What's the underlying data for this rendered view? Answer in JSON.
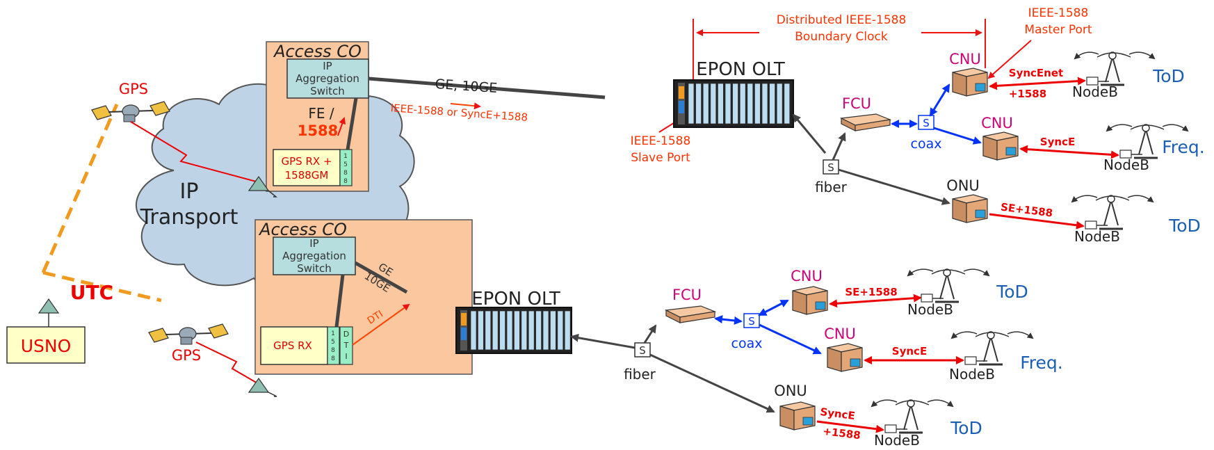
{
  "colors": {
    "red": "#ff0000",
    "orange_red": "#ff3300",
    "blue": "#1a5fb4",
    "bright_blue": "#0033ff",
    "magenta": "#cc0077",
    "co_fill": "#fbc79e",
    "switch_fill": "#b6dede",
    "gps_rx_fill": "#ffffc8",
    "pcb_fill": "#99eec6",
    "cloud_fill": "#bfd3e6",
    "utc_dash": "#f29a1f",
    "olt_fill": "#bcdcef"
  },
  "boundary": {
    "title_line1": "Distributed IEEE-1588",
    "title_line2": "Boundary Clock",
    "master_line1": "IEEE-1588",
    "master_line2": "Master Port",
    "slave_line1": "IEEE-1588",
    "slave_line2": "Slave Port"
  },
  "top": {
    "co_title": "Access CO",
    "switch_line1": "IP",
    "switch_line2": "Aggregation",
    "switch_line3": "Switch",
    "fe_label": "FE /",
    "fe_1588": "1588",
    "gps_rx_line1": "GPS RX +",
    "gps_rx_line2": "1588GM",
    "pcb_digits": [
      "1",
      "5",
      "8",
      "8"
    ],
    "link_label": "GE, 10GE",
    "link_protocol": "IEEE-1588 or SyncE+1588",
    "olt_label": "EPON OLT",
    "fcu": "FCU",
    "splitter_s": "S",
    "coax": "coax",
    "fiber": "fiber",
    "cnu1": "CNU",
    "cnu1_link_line1": "SyncEnet",
    "cnu1_link_line2": "+1588",
    "cnu2": "CNU",
    "cnu2_link": "SyncE",
    "onu": "ONU",
    "onu_link": "SE+1588",
    "nodeb": "NodeB",
    "tod": "ToD",
    "freq": "Freq."
  },
  "bottom": {
    "co_title": "Access CO",
    "switch_line1": "IP",
    "switch_line2": "Aggregation",
    "switch_line3": "Switch",
    "ge": "GE",
    "ge10": "10GE",
    "gps_rx": "GPS RX",
    "pcb_digits": [
      "1",
      "5",
      "8",
      "8"
    ],
    "dti_letters": [
      "D",
      "T",
      "I"
    ],
    "dti_label": "DTI",
    "olt_label": "EPON OLT",
    "fcu": "FCU",
    "splitter_s": "S",
    "coax": "coax",
    "fiber": "fiber",
    "cnu1": "CNU",
    "cnu1_link": "SE+1588",
    "cnu2": "CNU",
    "cnu2_link": "SyncE",
    "onu": "ONU",
    "onu_link_line1": "SyncE",
    "onu_link_line2": "+1588",
    "nodeb": "NodeB",
    "tod": "ToD",
    "freq": "Freq."
  },
  "left": {
    "cloud_line1": "IP",
    "cloud_line2": "Transport",
    "gps_top": "GPS",
    "gps_bottom": "GPS",
    "utc": "UTC",
    "usno": "USNO"
  }
}
